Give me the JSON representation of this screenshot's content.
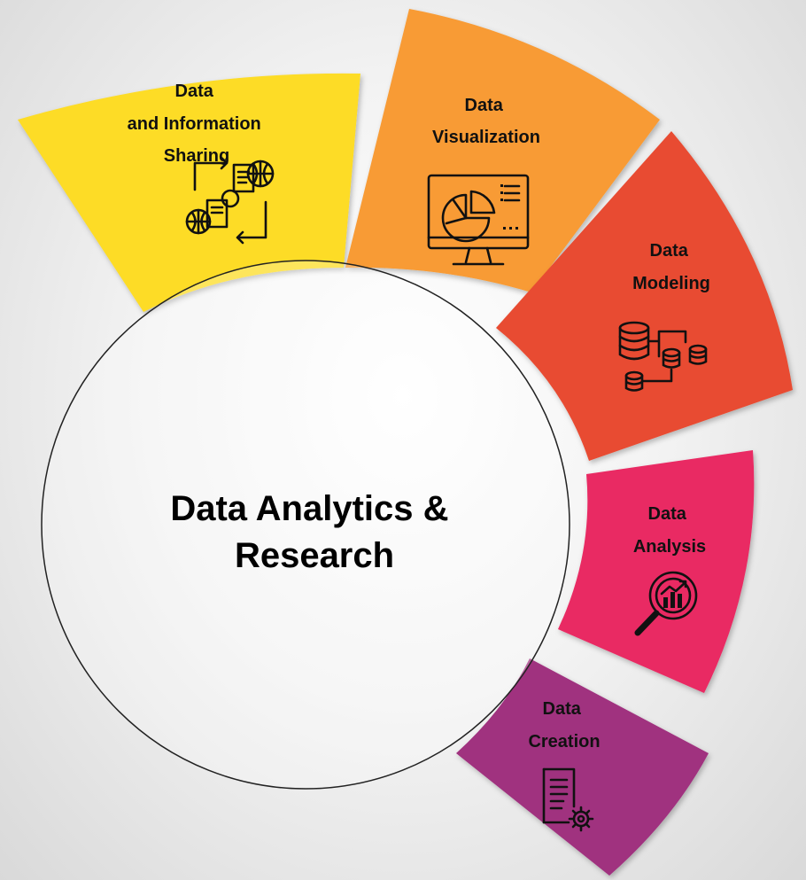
{
  "center": {
    "title_line1": "Data Analytics &",
    "title_line2": "Research"
  },
  "segments": [
    {
      "label_line1": "Data",
      "label_line2": "and Information",
      "label_line3": "Sharing",
      "icon": "data-sharing-icon",
      "color": "#FDDC27"
    },
    {
      "label_line1": "Data",
      "label_line2": "Visualization",
      "icon": "visualization-monitor-icon",
      "color": "#F89B34"
    },
    {
      "label_line1": "Data",
      "label_line2": "Modeling",
      "icon": "database-model-icon",
      "color": "#E84C32"
    },
    {
      "label_line1": "Data",
      "label_line2": "Analysis",
      "icon": "analysis-magnifier-icon",
      "color": "#E92A63"
    },
    {
      "label_line1": "Data",
      "label_line2": "Creation",
      "icon": "document-gear-icon",
      "color": "#A0307F"
    }
  ]
}
